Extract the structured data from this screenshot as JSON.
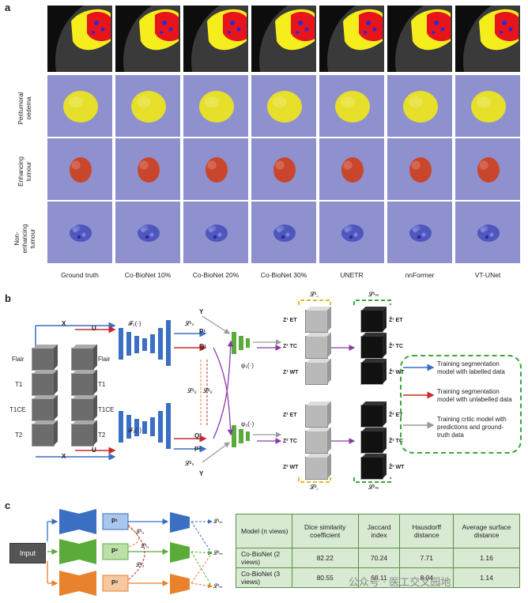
{
  "panels": {
    "a": "a",
    "b": "b",
    "c": "c"
  },
  "panel_a": {
    "row_labels": [
      "Peritumoral oedema",
      "Enhancing tumour",
      "Non-enhancing tumour"
    ],
    "methods": [
      "Ground truth",
      "Co-BioNet 10%",
      "Co-BioNet 20%",
      "Co-BioNet 30%",
      "UNETR",
      "nnFormer",
      "VT-UNet"
    ],
    "colors": {
      "oedema": "#e6e02a",
      "enhancing": "#c9462c",
      "non_enhancing": "#3a44b8",
      "background": "#8f91cf",
      "mri_red": "#e8141c",
      "mri_yellow": "#f5ee1c",
      "mri_blue": "#2a2ad6"
    }
  },
  "panel_b": {
    "modalities": [
      "Flair",
      "T1",
      "T1CE",
      "T2"
    ],
    "inputs": {
      "x": "X",
      "u": "U"
    },
    "encoders": {
      "f1": "𝓕₁(·)",
      "f2": "𝓕₂(·)"
    },
    "decoders": {
      "phi1": "φ₁(·)",
      "phi2": "φ₂(·)"
    },
    "symbols": {
      "y": "Y",
      "q1": "Q¹",
      "p1": "P¹",
      "q2": "Q²",
      "p2": "P²",
      "ls1": "𝓛¹ₛ",
      "ls2": "𝓛²ₛ",
      "lu1": "𝓛¹ᵤ",
      "lu2": "𝓛²ᵤ",
      "lc1": "𝓛¹꜀",
      "lc2": "𝓛²꜀",
      "lm1": "𝓛¹ₘ",
      "lm2": "𝓛²ₘ"
    },
    "z_labels": [
      "Z¹ ET",
      "Z¹ TC",
      "Z¹ WT",
      "Z² ET",
      "Z² TC",
      "Z² WT"
    ],
    "zhat_labels": [
      "Ẑ¹ ET",
      "Ẑ¹ TC",
      "Ẑ¹ WT",
      "Ẑ² ET",
      "Ẑ² TC",
      "Ẑ² WT"
    ],
    "legend": [
      {
        "text": "Training segmentation model with labelled data",
        "color": "#3a6fc4"
      },
      {
        "text": "Training segmentation model with unlabelled data",
        "color": "#c8282c"
      },
      {
        "text": "Training critic model with predictions and ground-truth data",
        "color": "#999999"
      }
    ]
  },
  "panel_c": {
    "input_label": "Input",
    "p_labels": [
      "P¹",
      "P²",
      "P³"
    ],
    "loss_labels": [
      "𝓛¹ᵤ",
      "𝓛³ᵤ",
      "𝓛²ᵤ"
    ],
    "m_labels": [
      "𝓛¹ₘ",
      "𝓛²ₘ",
      "𝓛³ₘ"
    ],
    "colors": {
      "branch1": "#3a6fc4",
      "branch2": "#5bab3a",
      "branch3": "#e8822c"
    },
    "table": {
      "headers": [
        "Model (n views)",
        "Dice similarity coefficient",
        "Jaccard index",
        "Hausdorff distance",
        "Average surface distance"
      ],
      "rows": [
        [
          "Co-BioNet (2 views)",
          "82.22",
          "70.24",
          "7.71",
          "1.16"
        ],
        [
          "Co-BioNet (3 views)",
          "80.55",
          "68.11",
          "8.04",
          "1.14"
        ]
      ]
    }
  },
  "watermark": "公众号 · 医工交叉园地"
}
